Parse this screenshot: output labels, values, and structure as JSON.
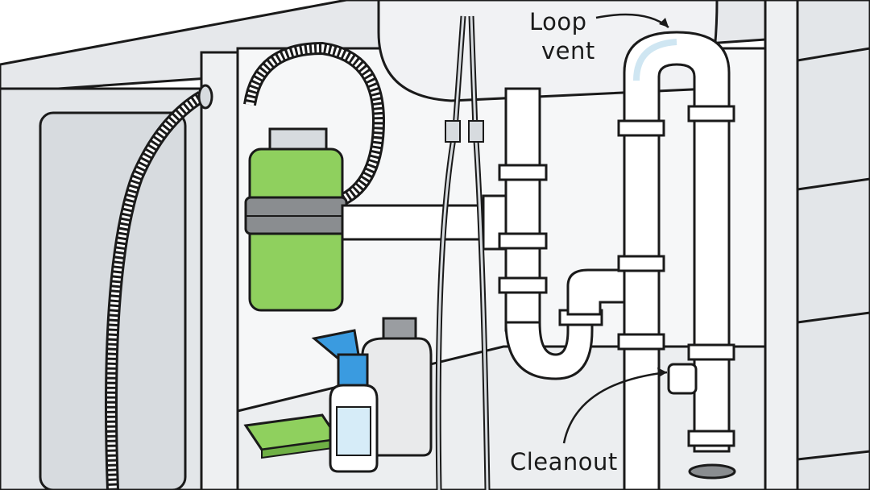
{
  "labels": {
    "loop_vent_line1": "Loop",
    "loop_vent_line2": "vent",
    "cleanout": "Cleanout"
  },
  "colors": {
    "outline": "#1a1a1a",
    "cabinet": "#e3e6e9",
    "cabinet_shade": "#cfd3d7",
    "interior": "#f4f5f6",
    "pipe": "#ffffff",
    "pipe_shade": "#cfe6f2",
    "disposer_green": "#8fd05e",
    "disposer_dark": "#8a8d90",
    "sponge": "#8fd05e",
    "spray_blue": "#3a9be0",
    "bottle_label": "#d6ecf8",
    "jug": "#e9eaeb",
    "jug_cap": "#9a9da1"
  },
  "icons": {
    "spray_bottle": "spray-bottle-icon",
    "jug": "jug-icon",
    "sponge": "sponge-icon"
  }
}
